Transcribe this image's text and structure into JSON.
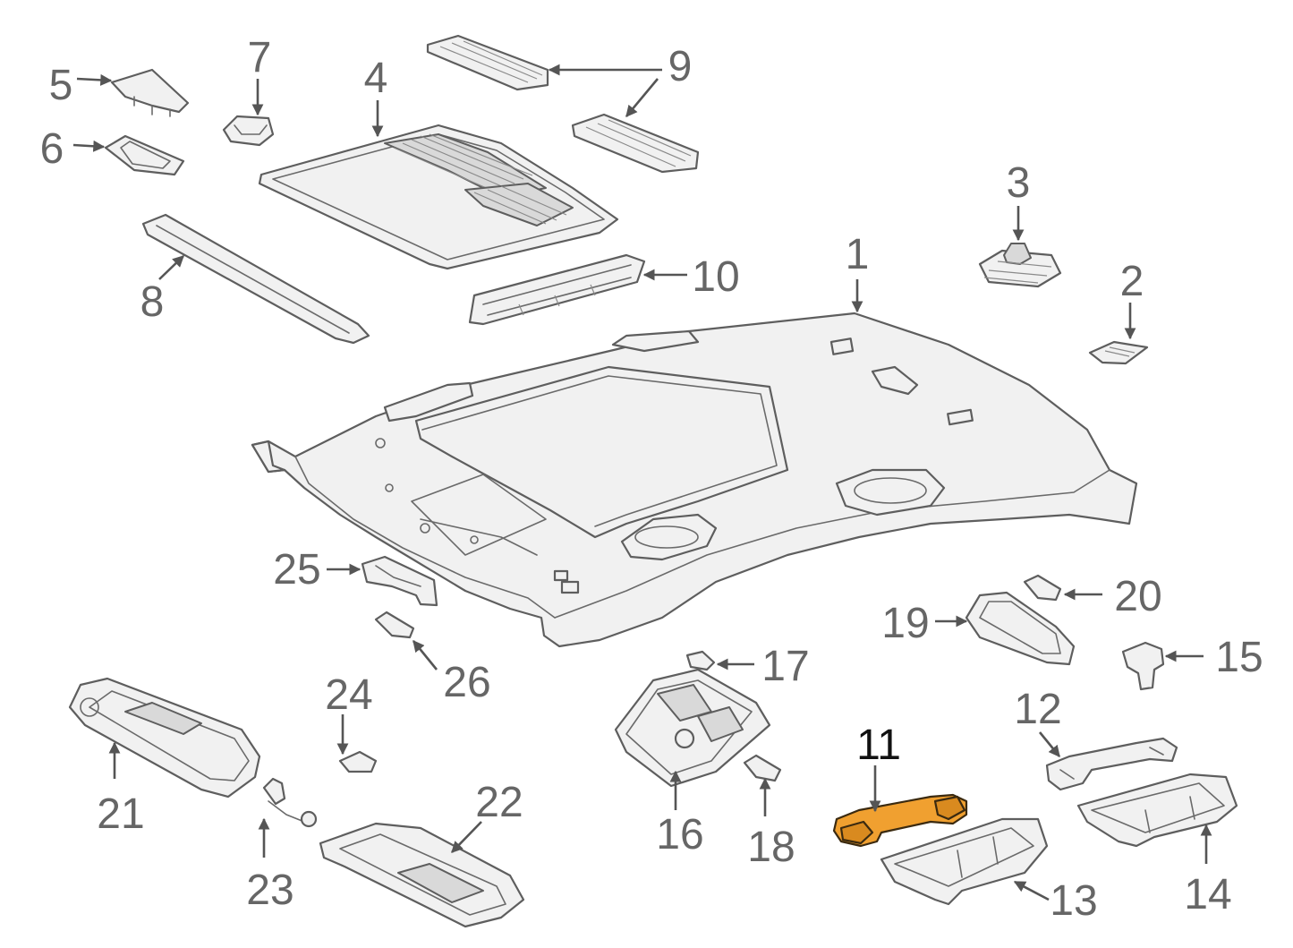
{
  "callouts": [
    {
      "id": "c1",
      "label": "1"
    },
    {
      "id": "c2",
      "label": "2"
    },
    {
      "id": "c3",
      "label": "3"
    },
    {
      "id": "c4",
      "label": "4"
    },
    {
      "id": "c5",
      "label": "5"
    },
    {
      "id": "c6",
      "label": "6"
    },
    {
      "id": "c7",
      "label": "7"
    },
    {
      "id": "c8",
      "label": "8"
    },
    {
      "id": "c9",
      "label": "9"
    },
    {
      "id": "c10",
      "label": "10"
    },
    {
      "id": "c11",
      "label": "11"
    },
    {
      "id": "c12",
      "label": "12"
    },
    {
      "id": "c13",
      "label": "13"
    },
    {
      "id": "c14",
      "label": "14"
    },
    {
      "id": "c15",
      "label": "15"
    },
    {
      "id": "c16",
      "label": "16"
    },
    {
      "id": "c17",
      "label": "17"
    },
    {
      "id": "c18",
      "label": "18"
    },
    {
      "id": "c19",
      "label": "19"
    },
    {
      "id": "c20",
      "label": "20"
    },
    {
      "id": "c21",
      "label": "21"
    },
    {
      "id": "c22",
      "label": "22"
    },
    {
      "id": "c23",
      "label": "23"
    },
    {
      "id": "c24",
      "label": "24"
    },
    {
      "id": "c25",
      "label": "25"
    },
    {
      "id": "c26",
      "label": "26"
    }
  ],
  "highlighted_part": "11",
  "colors": {
    "line": "#5e5e5e",
    "label": "#666666",
    "highlight_fill": "#f0a030",
    "highlight_label": "#111111",
    "part_fill": "#f1f1f1"
  }
}
